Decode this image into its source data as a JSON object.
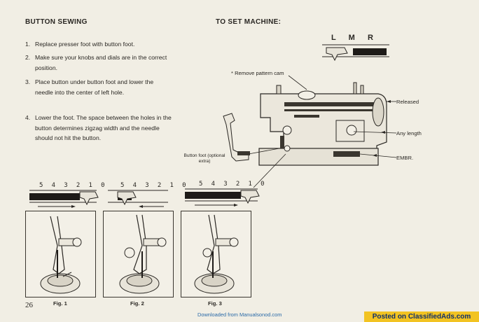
{
  "left_heading": "BUTTON SEWING",
  "right_heading": "TO SET MACHINE:",
  "steps": [
    {
      "num": "1.",
      "text": "Replace presser foot with button foot."
    },
    {
      "num": "2.",
      "text": "Make sure your knobs and dials are in the correct position."
    },
    {
      "num": "3.",
      "text": "Place button under button foot and lower the needle into the center of left hole."
    },
    {
      "num": "4.",
      "text": "Lower the foot. The space between the holes in the button determines zigzag width and the needle should not hit the button."
    }
  ],
  "lmr": {
    "l": "L",
    "m": "M",
    "r": "R"
  },
  "callouts": {
    "remove_cam": "* Remove pattern cam",
    "released": "Released",
    "any_length": "Any length",
    "embr": "EMBR.",
    "button_foot": "Button foot (optional extra)"
  },
  "dial_scale": "5 4 3 2 1 0",
  "figures": {
    "fig1": "Fig. 1",
    "fig2": "Fig. 2",
    "fig3": "Fig. 3"
  },
  "page_number": "26",
  "footer": "Downloaded from Manualsonod.com",
  "watermark": "Posted on ClassifiedAds.com"
}
